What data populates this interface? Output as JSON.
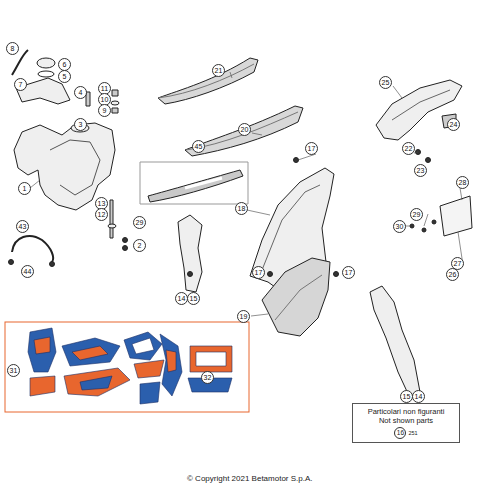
{
  "diagram": {
    "nodes": [
      {
        "text": [
          "Particolari non figuranti",
          "Not shown parts",
          "16",
          "251"
        ]
      }
    ],
    "labels": [
      "8",
      "6",
      "5",
      "7",
      "4",
      "11",
      "10",
      "9",
      "3",
      "1",
      "13",
      "12",
      "29",
      "2",
      "43",
      "44",
      "21",
      "45",
      "20",
      "17",
      "18",
      "17",
      "17",
      "19",
      "14",
      "15",
      "25",
      "24",
      "22",
      "23",
      "28",
      "29",
      "30",
      "27",
      "26",
      "15",
      "14",
      "31",
      "32",
      "© Copyright 2021 Betamotor S.p.A."
    ]
  }
}
